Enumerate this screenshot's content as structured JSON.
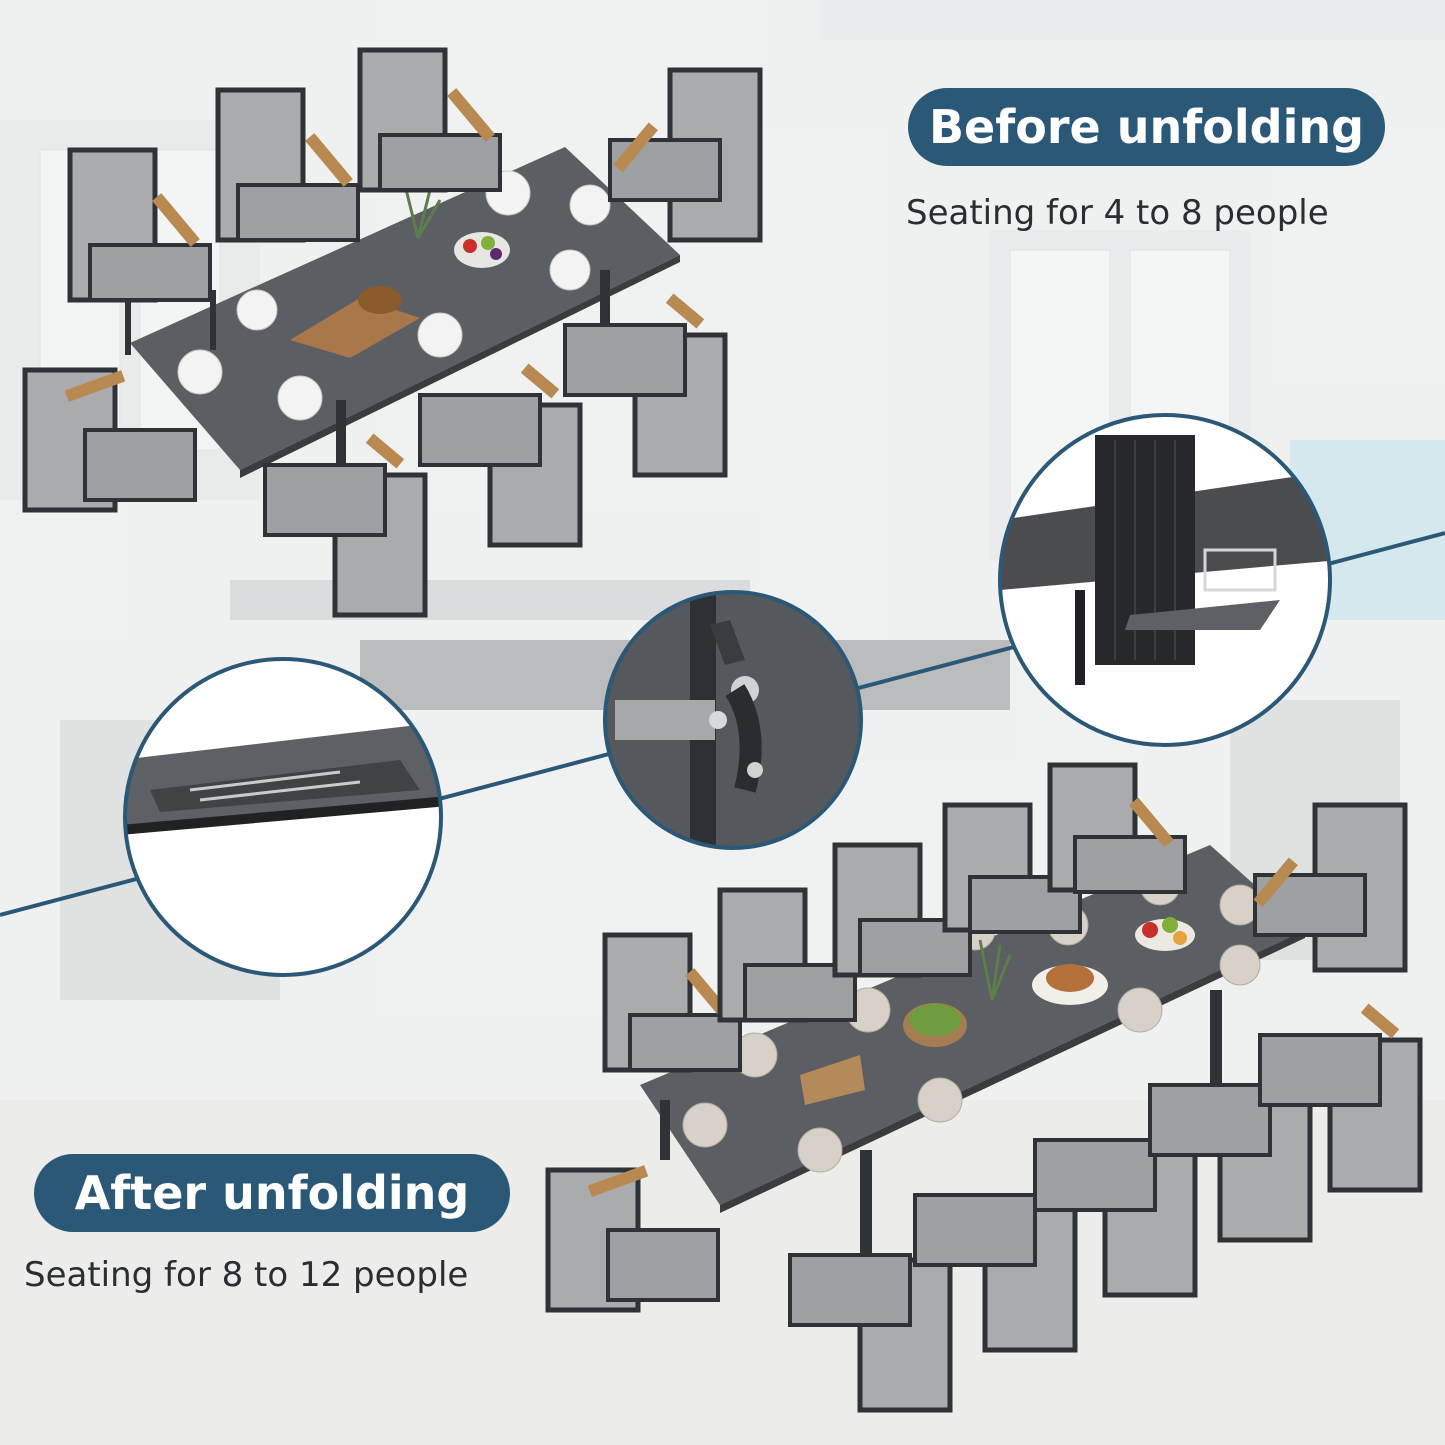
{
  "before": {
    "title": "Before unfolding",
    "subtitle": "Seating for 4 to 8 people"
  },
  "after": {
    "title": "After unfolding",
    "subtitle": "Seating for 8 to 12 people"
  },
  "colors": {
    "badge": "#2c5877",
    "table": "#5b5e62",
    "chair_frame": "#2f3236",
    "chair_mesh": "#a9abad",
    "armrest_wood": "#b88a52",
    "divider_line": "#2c5877"
  }
}
